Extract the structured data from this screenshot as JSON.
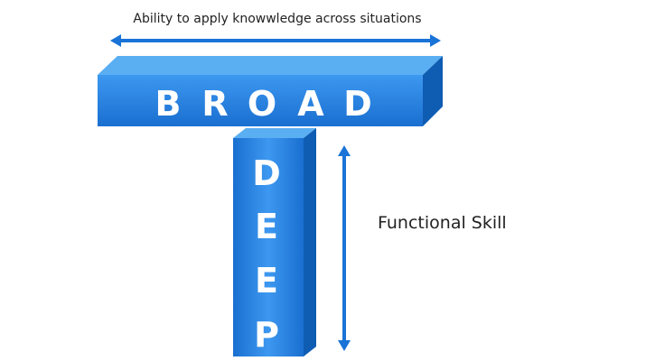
{
  "diagram": {
    "top_caption": "Ability to apply knowwledge across situations",
    "side_caption": "Functional Skill",
    "broad_letters": [
      "B",
      "R",
      "O",
      "A",
      "D"
    ],
    "deep_letters": [
      "D",
      "E",
      "E",
      "P"
    ],
    "colors": {
      "bar_front": "#1f7fe0",
      "bar_front_light": "#3d98f0",
      "bar_top": "#5aaef2",
      "bar_side": "#0f5cb3",
      "arrow": "#1a73d6"
    }
  }
}
